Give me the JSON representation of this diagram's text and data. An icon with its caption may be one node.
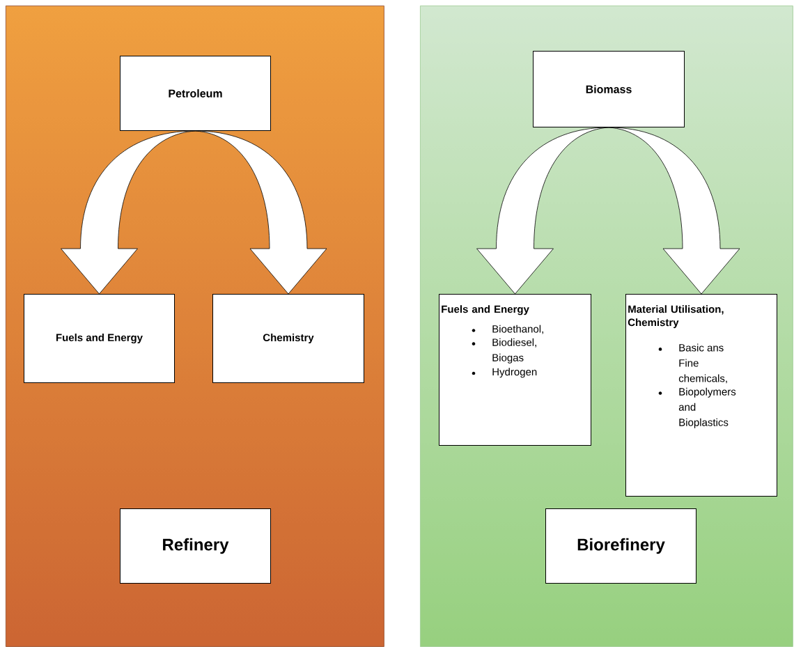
{
  "diagram": {
    "nodes": [
      {
        "text": [],
        "shape": "box"
      },
      {
        "text": [
          "Petroleum"
        ],
        "in": 0
      },
      {
        "text": [
          "Fuels and Energy"
        ],
        "in": 0
      },
      {
        "text": [
          "Chemistry"
        ],
        "in": 0
      },
      {
        "text": [
          "Refinery"
        ],
        "in": 0
      },
      {
        "text": [],
        "shape": "box"
      },
      {
        "text": [
          "Biomass"
        ],
        "in": 5
      },
      {
        "text": [
          "Fuels and Energy",
          "Bioethanol,",
          "Biodiesel, Biogas",
          "Hydrogen"
        ],
        "in": 5
      },
      {
        "text": [
          "Material Utilisation, Chemistry",
          "Basic ans Fine chemicals,",
          "Biopolymers and Bioplastics"
        ],
        "in": 5
      },
      {
        "text": [
          "Biorefinery"
        ],
        "in": 5
      }
    ],
    "edges": [
      {
        "from": 1,
        "to": 2,
        "arrow": "to"
      },
      {
        "from": 1,
        "to": 3,
        "arrow": "to"
      },
      {
        "from": 6,
        "to": 7,
        "arrow": "to"
      },
      {
        "from": 6,
        "to": 8,
        "arrow": "to"
      }
    ]
  }
}
